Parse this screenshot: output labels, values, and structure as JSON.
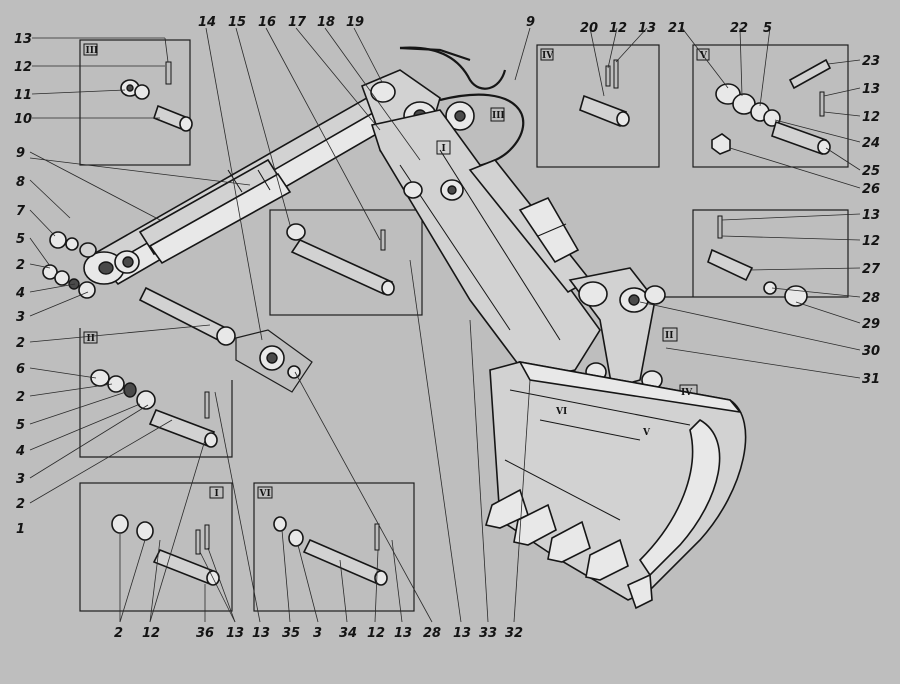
{
  "callouts": [
    {
      "id": "c13-tl",
      "text": "13"
    },
    {
      "id": "c12-l",
      "text": "12"
    },
    {
      "id": "c11",
      "text": "11"
    },
    {
      "id": "c10",
      "text": "10"
    },
    {
      "id": "c9-l",
      "text": "9"
    },
    {
      "id": "c8",
      "text": "8"
    },
    {
      "id": "c7",
      "text": "7"
    },
    {
      "id": "c5-l",
      "text": "5"
    },
    {
      "id": "c2-a",
      "text": "2"
    },
    {
      "id": "c4-a",
      "text": "4"
    },
    {
      "id": "c3-a",
      "text": "3"
    },
    {
      "id": "c2-b",
      "text": "2"
    },
    {
      "id": "c6",
      "text": "6"
    },
    {
      "id": "c2-c",
      "text": "2"
    },
    {
      "id": "c5-b",
      "text": "5"
    },
    {
      "id": "c4-b",
      "text": "4"
    },
    {
      "id": "c3-b",
      "text": "3"
    },
    {
      "id": "c2-d",
      "text": "2"
    },
    {
      "id": "c1",
      "text": "1"
    },
    {
      "id": "c14",
      "text": "14"
    },
    {
      "id": "c15",
      "text": "15"
    },
    {
      "id": "c16",
      "text": "16"
    },
    {
      "id": "c17",
      "text": "17"
    },
    {
      "id": "c18",
      "text": "18"
    },
    {
      "id": "c19",
      "text": "19"
    },
    {
      "id": "c9-top",
      "text": "9"
    },
    {
      "id": "c20",
      "text": "20"
    },
    {
      "id": "c12-top",
      "text": "12"
    },
    {
      "id": "c13-top",
      "text": "13"
    },
    {
      "id": "c21",
      "text": "21"
    },
    {
      "id": "c22",
      "text": "22"
    },
    {
      "id": "c5-top",
      "text": "5"
    },
    {
      "id": "c23",
      "text": "23"
    },
    {
      "id": "c13-r1",
      "text": "13"
    },
    {
      "id": "c12-r1",
      "text": "12"
    },
    {
      "id": "c24",
      "text": "24"
    },
    {
      "id": "c25",
      "text": "25"
    },
    {
      "id": "c26",
      "text": "26"
    },
    {
      "id": "c13-r2",
      "text": "13"
    },
    {
      "id": "c12-r2",
      "text": "12"
    },
    {
      "id": "c27",
      "text": "27"
    },
    {
      "id": "c28-r",
      "text": "28"
    },
    {
      "id": "c29",
      "text": "29"
    },
    {
      "id": "c30",
      "text": "30"
    },
    {
      "id": "c31",
      "text": "31"
    },
    {
      "id": "c2-bot",
      "text": "2"
    },
    {
      "id": "c12-bot1",
      "text": "12"
    },
    {
      "id": "c36",
      "text": "36"
    },
    {
      "id": "c13-bot1",
      "text": "13"
    },
    {
      "id": "c13-bot2",
      "text": "13"
    },
    {
      "id": "c35",
      "text": "35"
    },
    {
      "id": "c3-bot",
      "text": "3"
    },
    {
      "id": "c34",
      "text": "34"
    },
    {
      "id": "c12-bot2",
      "text": "12"
    },
    {
      "id": "c13-bot3",
      "text": "13"
    },
    {
      "id": "c28-bot",
      "text": "28"
    },
    {
      "id": "c13-bot4",
      "text": "13"
    },
    {
      "id": "c33",
      "text": "33"
    },
    {
      "id": "c32",
      "text": "32"
    }
  ],
  "view_tags": [
    {
      "id": "box-III",
      "text": "III"
    },
    {
      "id": "box-II",
      "text": "II"
    },
    {
      "id": "box-I",
      "text": "I"
    },
    {
      "id": "box-VI",
      "text": "VI"
    },
    {
      "id": "box-V",
      "text": "V"
    },
    {
      "id": "box-IV",
      "text": "IV"
    },
    {
      "id": "mk-I",
      "text": "I"
    },
    {
      "id": "mk-III",
      "text": "III"
    },
    {
      "id": "mk-II",
      "text": "II"
    },
    {
      "id": "mk-VI",
      "text": "VI"
    },
    {
      "id": "mk-V",
      "text": "V"
    },
    {
      "id": "mk-IV",
      "text": "IV"
    }
  ]
}
